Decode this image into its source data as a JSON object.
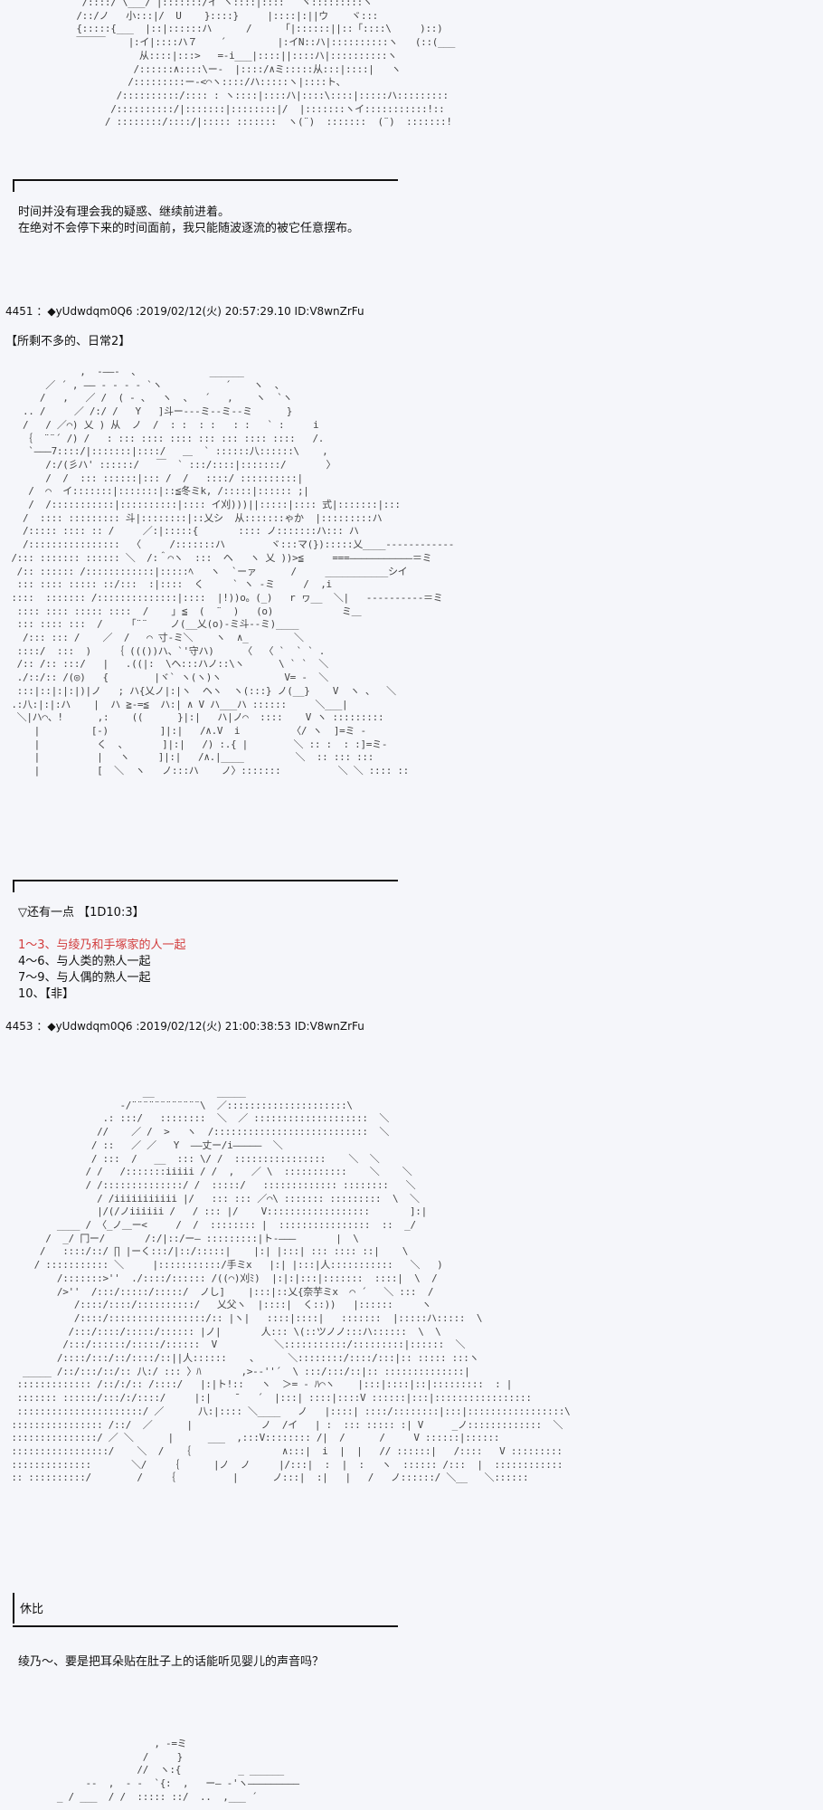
{
  "art_1": [
    "  /::::/ \\___/ |:::::::/イ ヽ::::|::::   ヾ:::::::::ヽ",
    " /::/ノ   小:::|/  U    }::::}     |::::|:||ウ    ヾ:::",
    " {:::::{___  |::|::::::ハ      /     「|::::::||::「::::\\     )::)",
    " ￣￣￣    |:イ|::::ハ７    ´         |:イN::ハ|::::::::::ヽ   (::(___",
    "            从::::|:::>   =-i___|::::||::::ハ|::::::::::ヽ",
    "           /::::::∧::::\\ー-  |::::/∧ミ:::::从:::|::::|   ヽ",
    "          /:::::::::ー-<⌒ヽ::::/ハ:::::ヽ|::::ト、",
    "        /::::::::::/:::: : ヽ::::|::::ハ|::::\\::::|:::::ハ:::::::::",
    "       /::::::::::/|:::::::|::::::::|/  |:::::::ヽイ:::::::::::!::",
    "      / ::::::::/::::/|::::: :::::::  ヽ(¨)  :::::::  (¨)  :::::::!"
  ],
  "divider_label": "",
  "narration_1": [
    "时间并没有理会我的疑惑、继续前进着。",
    "在绝对不会停下来的时间面前，我只能随波逐流的被它任意摆布。"
  ],
  "post_4451": {
    "header": "4451 ：◆yUdwdqm0Q6 :2019/02/12(火) 20:57:29.10 ID:V8wnZrFu",
    "title": "【所剩不多的、日常2】"
  },
  "art_2": [
    "             ,  -――-  、            ______",
    "       ／ ´ , ―― ‐ ‐ ‐ ‐ `ヽ           ´    ヽ  、",
    "      /   ,   ／ /  ( ‐ 、  ヽ  、  ´   ,    ヽ  `ヽ",
    "   .. /     ／ /:/ /   Y   ]斗ー‐‐‐ミ--ミ-‐ミ      }",
    "   /   / ／⌒) 乂 ) 从  ノ  /  : :  : :   : :   ` :     i",
    "   ｛  ¨¨´ /) /   : ::: :::: :::: ::: ::: :::: ::::   /.",
    "    `―――7::::/|:::::::|::::/   ＿  ` ::::::八::::::\\    ,",
    "       /:/(彡ハ' ::::::/   ￣  ` :::/::::|:::::::/       〉",
    "       /  /  ::: ::::::|::: /  /   ::::/ ::::::::::|",
    "    /  ⌒  イ:::::::|:::::::|::≦冬ミk, /:::::|:::::: ;|",
    "    /  /:::::::::::|::::::::::|:::: イ刈)))||:::::|:::: 式|:::::::|:::",
    "   /  :::: ::::::::: 斗|::::::::|::乂シ  从:::::::ゃか  |:::::::::ハ",
    "   /::::: :::: :: /     ／:|:::::{       :::: ノ:::::::ハ::: ハ",
    "   /::::::::::::::::  〈     /:::::::ハ        ヾ:::マ(}):::::乂____-----------‐",
    " /::: ::::::: :::::: ＼  /:＾⌒ヽ  :::  ヘ   ヽ 乂 ))>≦     ===―――――――――――＝ミ",
    "  /:: :::::: /::::::::::::|:::::ﾍ   ヽ  `ーァ      /     ___________シイ",
    "  ::: :::: ::::: ::/:::  :|::::  く     ` ヽ -ミ     /  ,i",
    " ::::  ::::::: /::::::::::::::|::::  |!))o。(_)   r ヮ__  ＼|   ‐‐‐‐‐‐‐‐‐‐＝ミ",
    "  :::: :::: ::::: ::::  /    ｣ ≦  (  ¨  )   (o)            ミ＿",
    "  ::: :::: :::  /     ｢¨¨    ノ(__乂(o)-ミ斗--ミ)____",
    "   /::: ::: /    ／  /   ⌒ 寸-ミ＼    ヽ  ∧_        ＼",
    "  ::::/  :::  )    ｛ ((())ハ、`'守ハ)     〈  〈 `  ` ` .",
    "  /:: /:: :::/   |   .((|:  \\ヘ:::ハノ::\\ヽ      \\ ` `  ＼",
    "  ./::/:: /(◎)   {        |ヾ` ヽ(ヽ)ヽ           V= ‐  ＼",
    "  :::|::|:|:|)|ノ   ; ハ{乂ノ|:|ヽ  ヘヽ  ヽ(:::} ノ(__}    V  ヽ 、  ＼",
    " .:八:|:|:ハ    |  ハ ≧-=≦  ハ:| ∧ V ハ___ハ ::::::     ＼___|",
    "  ＼|ハ⌒、!      ,:    ((      }|:|   ハ|ノ⌒  ::::    V ヽ :::::::::",
    "     |         [-)         ]|:|   /∧.V  i         〈/ ヽ  ]=ミ -",
    "     |          く  、      ]|:|   /) :.{ |        ＼ :: :  : :]=ミ-",
    "     |          |   ヽ     ]|:|   /∧.|____         ＼  :: ::: :::",
    "     |          [  ＼  ヽ   ノ:::ハ    ノ〉:::::::          ＼ ＼ :::: ::"
  ],
  "bullet_title": "▽还有一点 【1D10:3】",
  "options": [
    {
      "text": "1～3、与绫乃和手塚家的人一起",
      "color": "#d23c3c"
    },
    {
      "text": "4～6、与人类的熟人一起",
      "color": "#111111"
    },
    {
      "text": "7～9、与人偶的熟人一起",
      "color": "#111111"
    },
    {
      "text": "10、【非】",
      "color": "#111111"
    }
  ],
  "post_4453": {
    "header": "4453 ：◆yUdwdqm0Q6 :2019/02/12(火) 21:00:38:53 ID:V8wnZrFu"
  },
  "art_3": [
    "                        __           _____",
    "                    -/¨¨¨¨¨¨¨¨¨¨¨¨\\  ／:::::::::::::::::::::\\",
    "                 .: :::/   ::::::::  ＼  ／ ::::::::::::::::::::  ＼",
    "                //    ／ /  >   ヽ  /:::::::::::::::::::::::::::  ＼",
    "               / ::   ／ ／   Y  ――丈ー/i―――――  ＼",
    "               / :::  /   __  ::: \\/ /  ::::::::::::::::    ＼  ＼",
    "              / /   /:::::::iiiii / /  ,   ／ \\  :::::::::::    ＼    ＼",
    "              / /::::::::::::::/ /  :::::/   ::::::::::::: ::::::::   ＼",
    "                / /iiiiiiiiiii |/   ::: ::: ／⌒\\ ::::::: :::::::::  \\  ＼",
    "                |/(/ノiiiiii /   / ::: |/    V::::::::::::::::::       ]:|",
    "         ____ / 〈_ノ＿ー<     /  /  :::::::: |  ::::::::::::::::  ::  _/",
    "       /  _/ 冂ー/       /:/|::/ー― :::::::::|ト‐―――       |  \\",
    "      /   ::::/::/ ∏ |ーく:::/|::/:::::|    |:| |:::| ::: :::: ::|    \\",
    "     / ::::::::::: ＼     |:::::::::::/手ミx   |:| |:::|人:::::::::::   ＼   )",
    "         /:::::::>''  ./::::/:::::: /((⌒)刈ﾐ)  |:|:|:::|:::::::  ::::|  \\  /",
    "         />''  /:::/:::::/:::::/  ノし]    |:::|::乂{奈芋ミx  ⌒ ´   ＼ :::  /",
    "            /::::/::::/::::::::::/   乂父ヽ  |::::|  く::))   |::::::     ヽ",
    "            /::::/:::::::::::::::::/:: |ヽ|   ::::|::::|   :::::::  |:::::ハ:::::  \\",
    "           /:::/::::/:::::/:::::: |ノ|       人::: \\(::ツノノ:::ハ::::::  \\  \\",
    "          /:::/::::::/:::::/::::::  V          ＼:::::::::::/:::::::::|::::::  ＼",
    "         /::::/:::/::/::::/::||人::::::    、     ＼::::::::/::::/:::|:: ::::: :::ヽ",
    "   _____ /::/:::/::/:: 八:/ ::: 〉ﾊ       ,>-‐''´  \\ :::/:::/::|:: ::::::::::::::|",
    "  ::::::::::::: /::/:/:: /::::/   |:|ト!::   ヽ  ＞= - ﾊ⌒ヽ    |:::|::::|::|:::::::::  : |",
    "  ::::::: ::::::/:::/:/::::/     |:|    ̄    ´  |:::| ::::|::::V ::::::|:::|:::::::::::::::::",
    "  ::::::::::::::::::::::/ ／      八:|:::: ＼____   ノ   |::::| ::::/::::::::|:::|:::::::::::::::::\\",
    " :::::::::::::::: /::/  ／      |            ノ  /イ   | :  ::: ::::: :| V     _ノ:::::::::::::  ＼",
    " :::::::::::::::/ ／ ＼      |      ___  ,:::V:::::::: /|  /      /     V ::::::|::::::",
    " :::::::::::::::::/    ＼  /   ｛                ∧:::|  i  |  |   // ::::::|   /::::   V :::::::::",
    " ::::::::::::::       ＼/    ｛      |ノ  ノ     |/:::|  :  |  :   ヽ  :::::: /:::  |  ::::::::::::",
    " :: ::::::::::/        /    ｛          |      ノ:::|  :|   |   /   ノ::::::/ ＼__   ＼::::::"
  ],
  "narration_2": {
    "speaker": "休比",
    "line": "绫乃～、要是把耳朵贴在肚子上的话能听见婴儿的声音吗？"
  },
  "art_4": [
    "                          , -=ミ",
    "                        /     }",
    "                       //  ヽ:{          _ ______",
    "              ‐-  ,  ‐ ‐  `{:  ,   ー― ‐'ヽ―――――――――",
    "         _ / ___  / /  ::::: ::/  ..  ,___ ´"
  ]
}
